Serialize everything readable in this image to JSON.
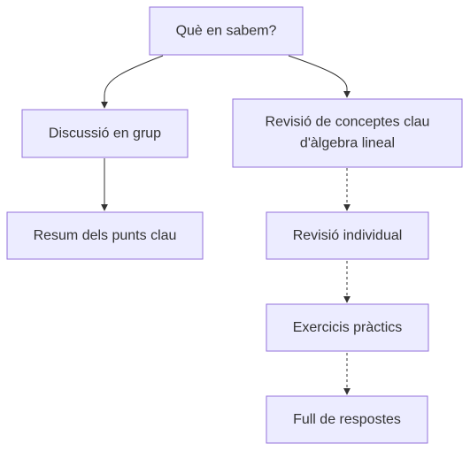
{
  "diagram": {
    "type": "flowchart",
    "colors": {
      "node_fill": "#ECECFF",
      "node_stroke": "#9370DB",
      "text": "#333333",
      "edge": "#333333",
      "background": "#ffffff"
    },
    "nodes": {
      "root": {
        "label": "Què en sabem?"
      },
      "group": {
        "label": "Discussió en grup"
      },
      "concepts": {
        "label_lines": [
          "Revisió de conceptes clau",
          "d'àlgebra lineal"
        ]
      },
      "summary": {
        "label": "Resum dels punts clau"
      },
      "individual": {
        "label": "Revisió individual"
      },
      "exercises": {
        "label": "Exercicis pràctics"
      },
      "answers": {
        "label": "Full de respostes"
      }
    },
    "edges": [
      {
        "from": "root",
        "to": "group",
        "style": "solid"
      },
      {
        "from": "root",
        "to": "concepts",
        "style": "solid"
      },
      {
        "from": "group",
        "to": "summary",
        "style": "solid"
      },
      {
        "from": "concepts",
        "to": "individual",
        "style": "dotted"
      },
      {
        "from": "individual",
        "to": "exercises",
        "style": "dotted"
      },
      {
        "from": "exercises",
        "to": "answers",
        "style": "dotted"
      }
    ]
  }
}
